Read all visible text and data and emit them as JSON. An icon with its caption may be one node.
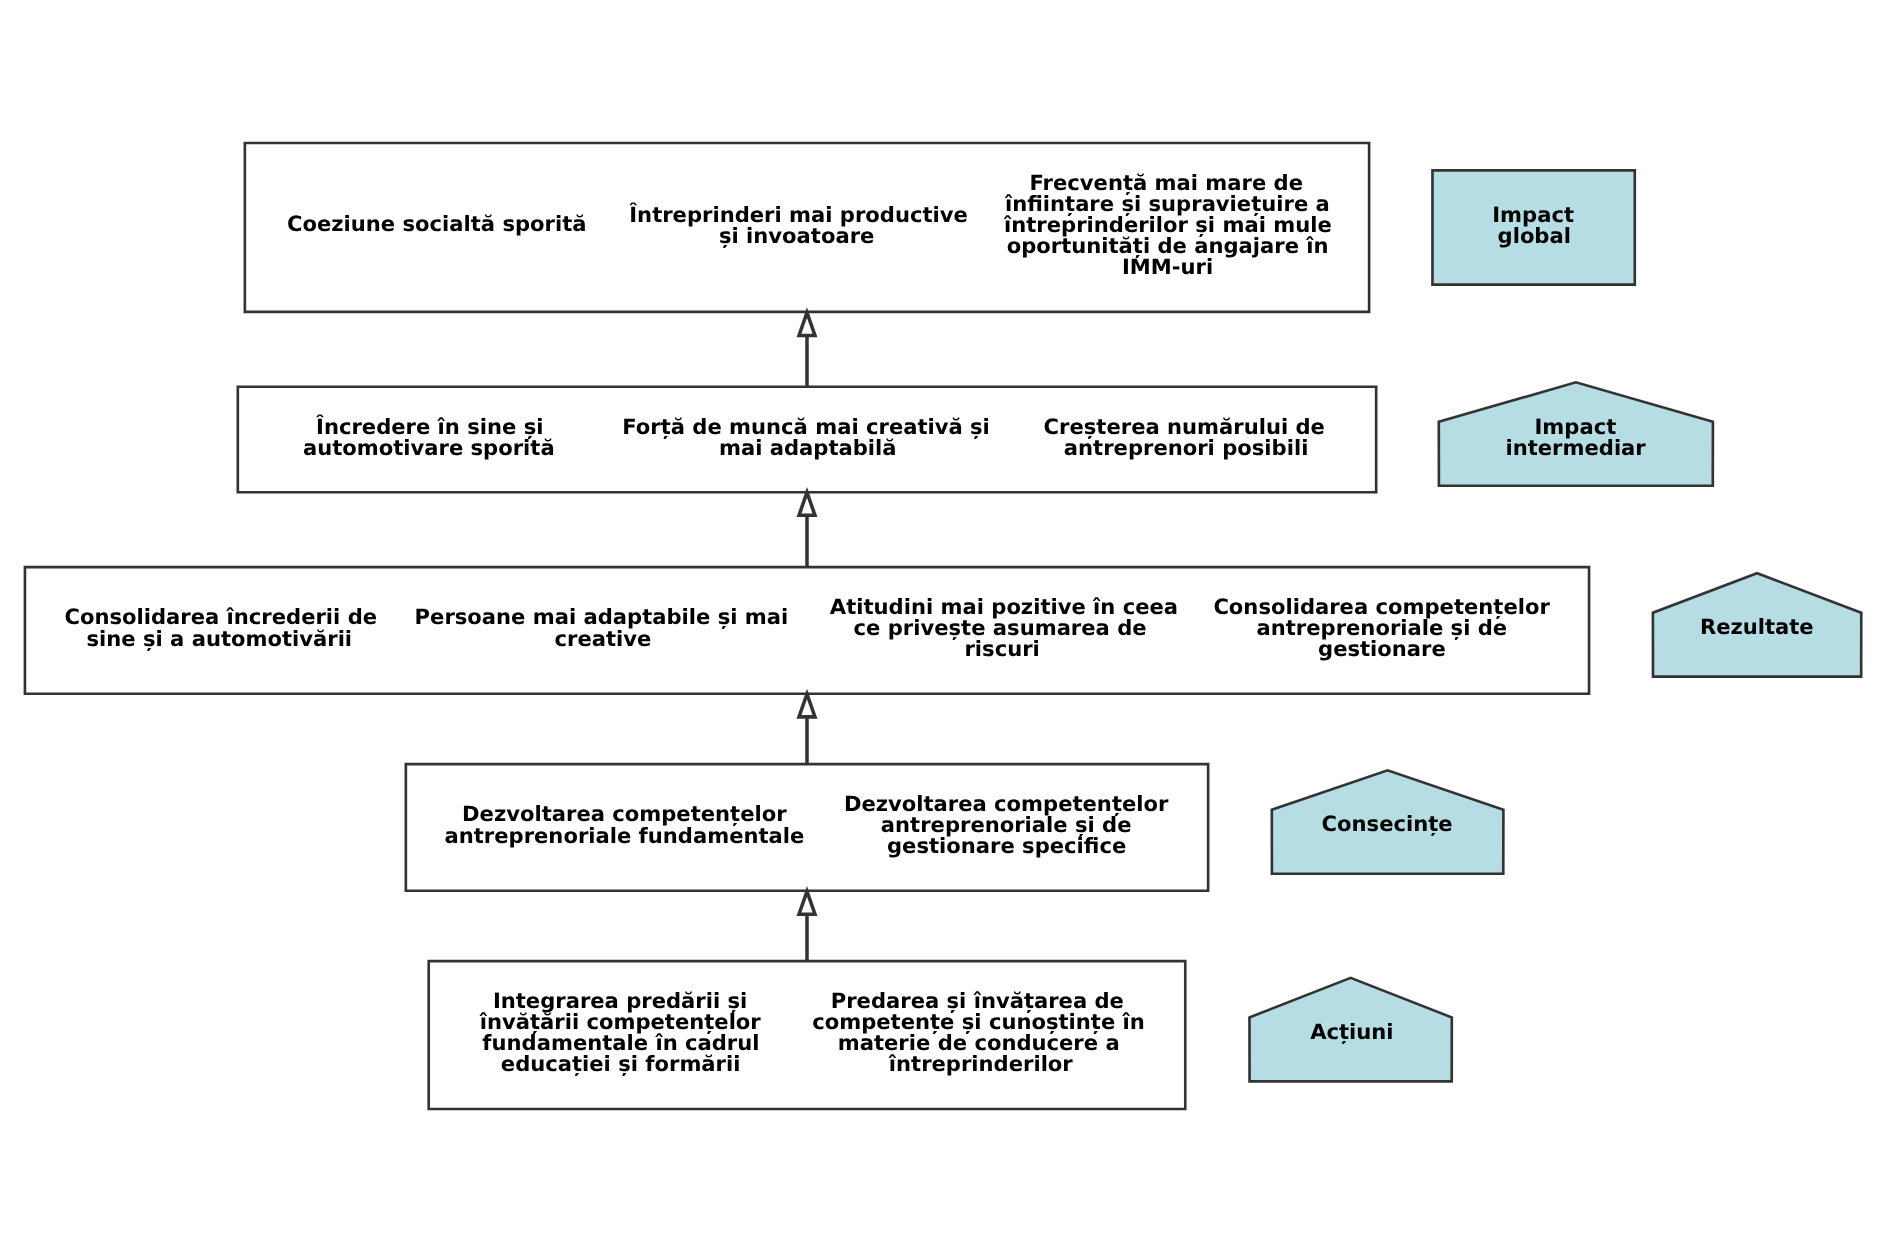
{
  "diagram": {
    "nodes": [
      {
        "text": [
          "Impact global"
        ]
      },
      {
        "text": [
          "Coeziune socialtă sporită",
          "Întreprinderi mai productive și invoatoare",
          "Frecvență mai mare de înființare și supraviețuire a întreprinderilor și mai mule oportunități de angajare în IMM-uri"
        ]
      },
      {
        "text": [
          "Impact intermediar"
        ]
      },
      {
        "text": [
          "Încredere în sine și automotivare sporită",
          "Forță de muncă mai creativă și mai adaptabilă",
          "Creșterea numărului de antreprenori posibili"
        ]
      },
      {
        "text": [
          "Rezultate"
        ]
      },
      {
        "text": [
          "Consolidarea încrederii de sine și a automotivării",
          "Persoane mai adaptabile și mai creative",
          "Atitudini mai pozitive în ceea ce privește asumarea de riscuri",
          "Consolidarea competențelor antreprenoriale și de gestionare"
        ]
      },
      {
        "text": [
          "Consecințe"
        ]
      },
      {
        "text": [
          "Dezvoltarea competențelor antreprenoriale fundamentale",
          "Dezvoltarea competențelor antreprenoriale și de gestionare specifice"
        ]
      },
      {
        "text": [
          "Acțiuni"
        ]
      },
      {
        "text": [
          "Integrarea predării și învățării competențelor fundamentale în cadrul educației și formării",
          "Predarea și învățarea de competențe și cunoștințe în materie de conducere a întreprinderilor"
        ]
      }
    ],
    "edges": [
      {
        "from": 9,
        "to": 7,
        "arrow": "to"
      },
      {
        "from": 7,
        "to": 5,
        "arrow": "to"
      },
      {
        "from": 5,
        "to": 3,
        "arrow": "to"
      },
      {
        "from": 3,
        "to": 1,
        "arrow": "to"
      }
    ]
  }
}
